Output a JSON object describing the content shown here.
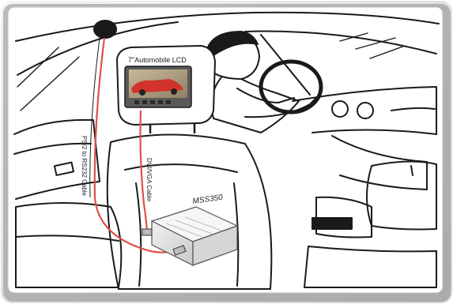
{
  "labels": {
    "lcd": "7\"Automobile LCD",
    "ps2_cable": "PS/2 to RS232 Cable",
    "dvi_cable": "DVI/VGA Cable",
    "device": "MSS350"
  },
  "colors": {
    "frame": "#dedede",
    "frame_shadow": "#9a9a9a",
    "line": "#1a1a1a",
    "cable": "#e0504a",
    "screen_red": "#d2332b",
    "screen_bg": "#b9a98c"
  },
  "icons": {
    "driver": "seated-driver-figure",
    "device": "mss350-box-icon"
  }
}
